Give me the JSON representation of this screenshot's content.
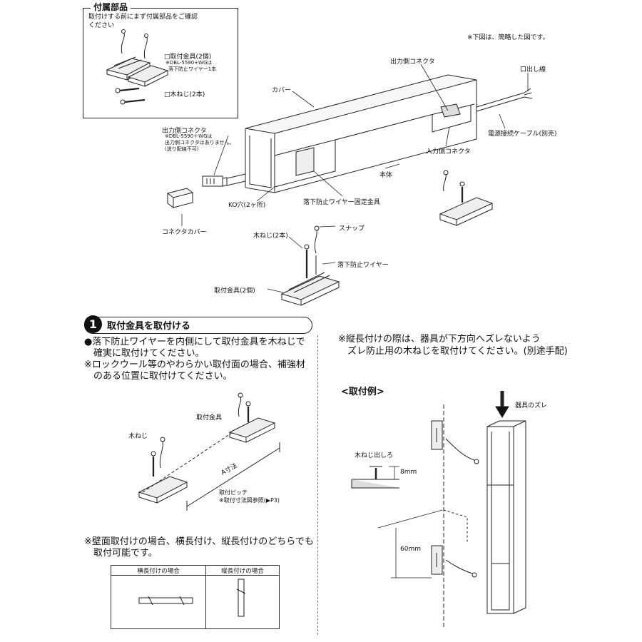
{
  "parts": {
    "title": "付属部品",
    "check_note": [
      "取付けする前にまず付属部品をご確認",
      "ください"
    ],
    "bracket_label": "□取付金具(2個)",
    "bracket_note": [
      "※DBL-5590+WGは",
      "落下防止ワイヤー1本"
    ],
    "screw_label": "□木ねじ(2本)"
  },
  "main_diagram": {
    "simplified_note": "※下図は、簡略した図です。",
    "output_connector_top": "出力側コネクタ",
    "lead_wire": "口出し線",
    "cover": "カバー",
    "output_connector_left": "出力側コネクタ",
    "output_connector_note": [
      "※DBL-5590＋WGは",
      "出力側コネクタはありません。",
      "(送り配線不可)"
    ],
    "power_cable": "電源接続ケーブル(別売)",
    "input_connector": "入力側コネクタ",
    "body": "本体",
    "ko_hole": "KO穴(2ヶ所)",
    "wire_fixing": "落下防止ワイヤー固定金具",
    "connector_cover": "コネクタカバー",
    "snap": "スナップ",
    "wood_screw_2": "木ねじ(2本)",
    "fall_wire": "落下防止ワイヤー",
    "bracket_2": "取付金具(2個)"
  },
  "step1": {
    "number": "1",
    "title": "取付金具を取付ける",
    "instruction_lines": [
      "●落下防止ワイヤーを内側にして取付金具を木ねじで",
      "　確実に取付けてください。",
      "※ロックウール等のやわらかい取付面の場合、補強材",
      "　のある位置に取付けてください。"
    ],
    "label_bracket": "取付金具",
    "label_screw": "木ねじ",
    "label_a_dim": "A寸法",
    "label_pitch": "取付ピッチ",
    "label_pitch_ref": "※取付寸法図参照(▶P3)",
    "wall_note_lines": [
      "※壁面取付けの場合、横長付け、縦長付けのどちらでも",
      "　取付可能です。"
    ],
    "table_headers": [
      "横長付けの場合",
      "縦長付けの場合"
    ]
  },
  "vertical_note": {
    "lines": [
      "※縦長付けの際は、器具が下方向へズレないよう",
      "　ズレ防止用の木ねじを取付けてください。(別途手配)"
    ],
    "example_title": "<取付例>",
    "shift_label": "器具のズレ",
    "screw_protrusion": "木ねじ出しろ",
    "dim_8mm": "8mm",
    "dim_60mm": "60mm"
  }
}
